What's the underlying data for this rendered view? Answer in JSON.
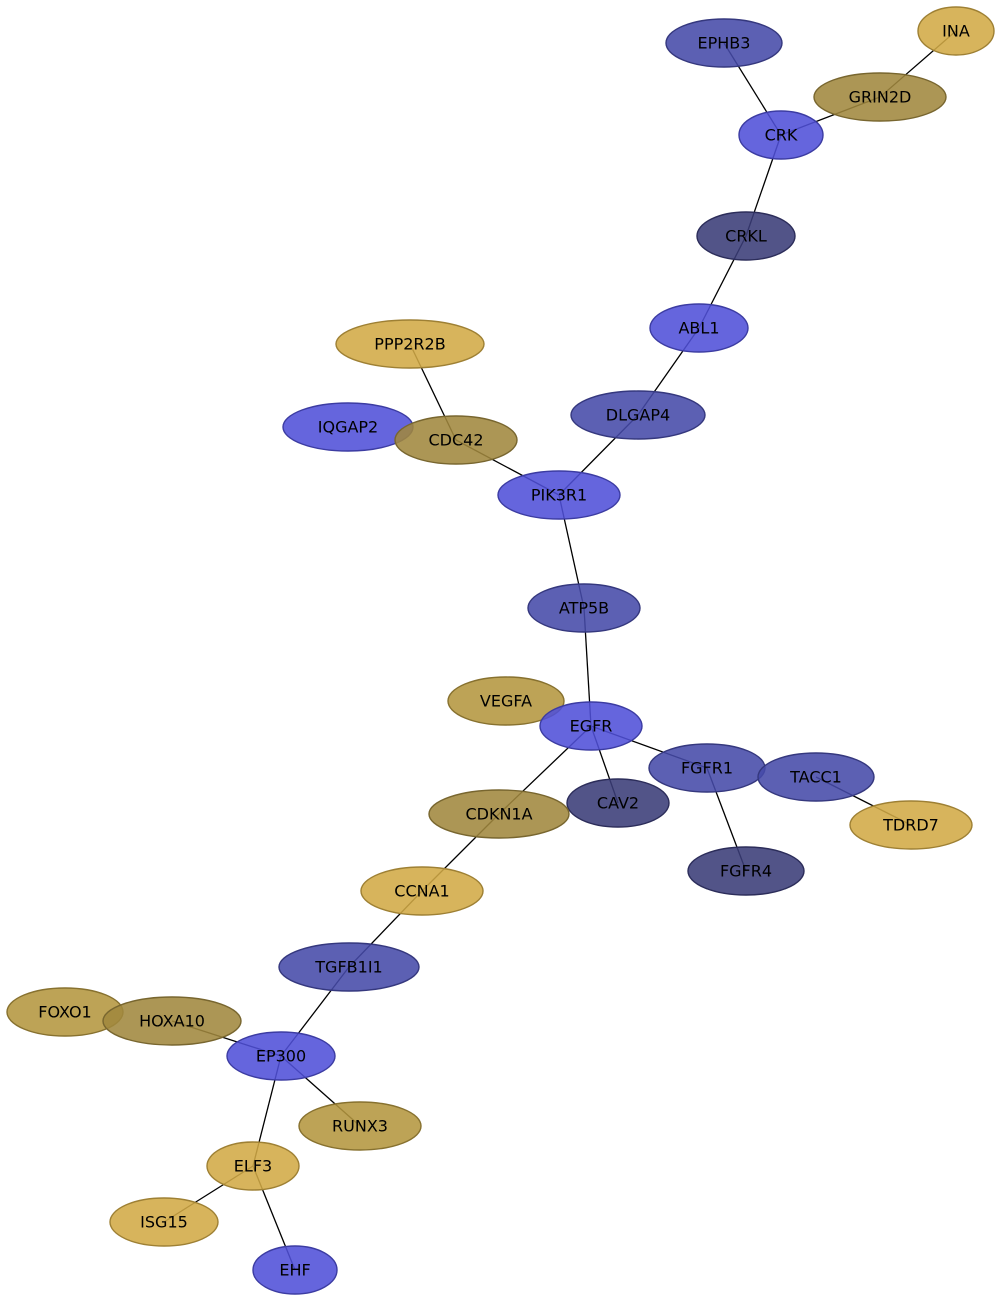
{
  "colors": {
    "blue_bright": "#5050d8",
    "blue_mid": "#464aa8",
    "blue_dark": "#3a3c78",
    "gold_bright": "#d2aa45",
    "gold_mid": "#b4963f",
    "gold_dark": "#a0883e"
  },
  "nodes": [
    {
      "id": "INA",
      "label": "INA",
      "color": "gold_bright"
    },
    {
      "id": "EPHB3",
      "label": "EPHB3",
      "color": "blue_mid"
    },
    {
      "id": "GRIN2D",
      "label": "GRIN2D",
      "color": "gold_dark"
    },
    {
      "id": "CRK",
      "label": "CRK",
      "color": "blue_bright"
    },
    {
      "id": "CRKL",
      "label": "CRKL",
      "color": "blue_dark"
    },
    {
      "id": "ABL1",
      "label": "ABL1",
      "color": "blue_bright"
    },
    {
      "id": "PPP2R2B",
      "label": "PPP2R2B",
      "color": "gold_bright"
    },
    {
      "id": "DLGAP4",
      "label": "DLGAP4",
      "color": "blue_mid"
    },
    {
      "id": "IQGAP2",
      "label": "IQGAP2",
      "color": "blue_bright"
    },
    {
      "id": "CDC42",
      "label": "CDC42",
      "color": "gold_dark"
    },
    {
      "id": "PIK3R1",
      "label": "PIK3R1",
      "color": "blue_bright"
    },
    {
      "id": "ATP5B",
      "label": "ATP5B",
      "color": "blue_mid"
    },
    {
      "id": "VEGFA",
      "label": "VEGFA",
      "color": "gold_mid"
    },
    {
      "id": "EGFR",
      "label": "EGFR",
      "color": "blue_bright"
    },
    {
      "id": "FGFR1",
      "label": "FGFR1",
      "color": "blue_mid"
    },
    {
      "id": "TACC1",
      "label": "TACC1",
      "color": "blue_mid"
    },
    {
      "id": "CAV2",
      "label": "CAV2",
      "color": "blue_dark"
    },
    {
      "id": "CDKN1A",
      "label": "CDKN1A",
      "color": "gold_dark"
    },
    {
      "id": "TDRD7",
      "label": "TDRD7",
      "color": "gold_bright"
    },
    {
      "id": "FGFR4",
      "label": "FGFR4",
      "color": "blue_dark"
    },
    {
      "id": "CCNA1",
      "label": "CCNA1",
      "color": "gold_bright"
    },
    {
      "id": "TGFB1I1",
      "label": "TGFB1I1",
      "color": "blue_mid"
    },
    {
      "id": "FOXO1",
      "label": "FOXO1",
      "color": "gold_mid"
    },
    {
      "id": "HOXA10",
      "label": "HOXA10",
      "color": "gold_dark"
    },
    {
      "id": "EP300",
      "label": "EP300",
      "color": "blue_bright"
    },
    {
      "id": "RUNX3",
      "label": "RUNX3",
      "color": "gold_mid"
    },
    {
      "id": "ELF3",
      "label": "ELF3",
      "color": "gold_bright"
    },
    {
      "id": "ISG15",
      "label": "ISG15",
      "color": "gold_bright"
    },
    {
      "id": "EHF",
      "label": "EHF",
      "color": "blue_bright"
    }
  ],
  "edges": [
    [
      "INA",
      "GRIN2D"
    ],
    [
      "EPHB3",
      "CRK"
    ],
    [
      "GRIN2D",
      "CRK"
    ],
    [
      "CRK",
      "CRKL"
    ],
    [
      "CRKL",
      "ABL1"
    ],
    [
      "ABL1",
      "DLGAP4"
    ],
    [
      "DLGAP4",
      "PIK3R1"
    ],
    [
      "PPP2R2B",
      "CDC42"
    ],
    [
      "CDC42",
      "PIK3R1"
    ],
    [
      "PIK3R1",
      "ATP5B"
    ],
    [
      "ATP5B",
      "EGFR"
    ],
    [
      "EGFR",
      "FGFR1"
    ],
    [
      "EGFR",
      "CAV2"
    ],
    [
      "EGFR",
      "CDKN1A"
    ],
    [
      "FGFR1",
      "FGFR4"
    ],
    [
      "TACC1",
      "TDRD7"
    ],
    [
      "CDKN1A",
      "CCNA1"
    ],
    [
      "CCNA1",
      "TGFB1I1"
    ],
    [
      "TGFB1I1",
      "EP300"
    ],
    [
      "HOXA10",
      "EP300"
    ],
    [
      "EP300",
      "RUNX3"
    ],
    [
      "EP300",
      "ELF3"
    ],
    [
      "ELF3",
      "ISG15"
    ],
    [
      "ELF3",
      "EHF"
    ]
  ]
}
